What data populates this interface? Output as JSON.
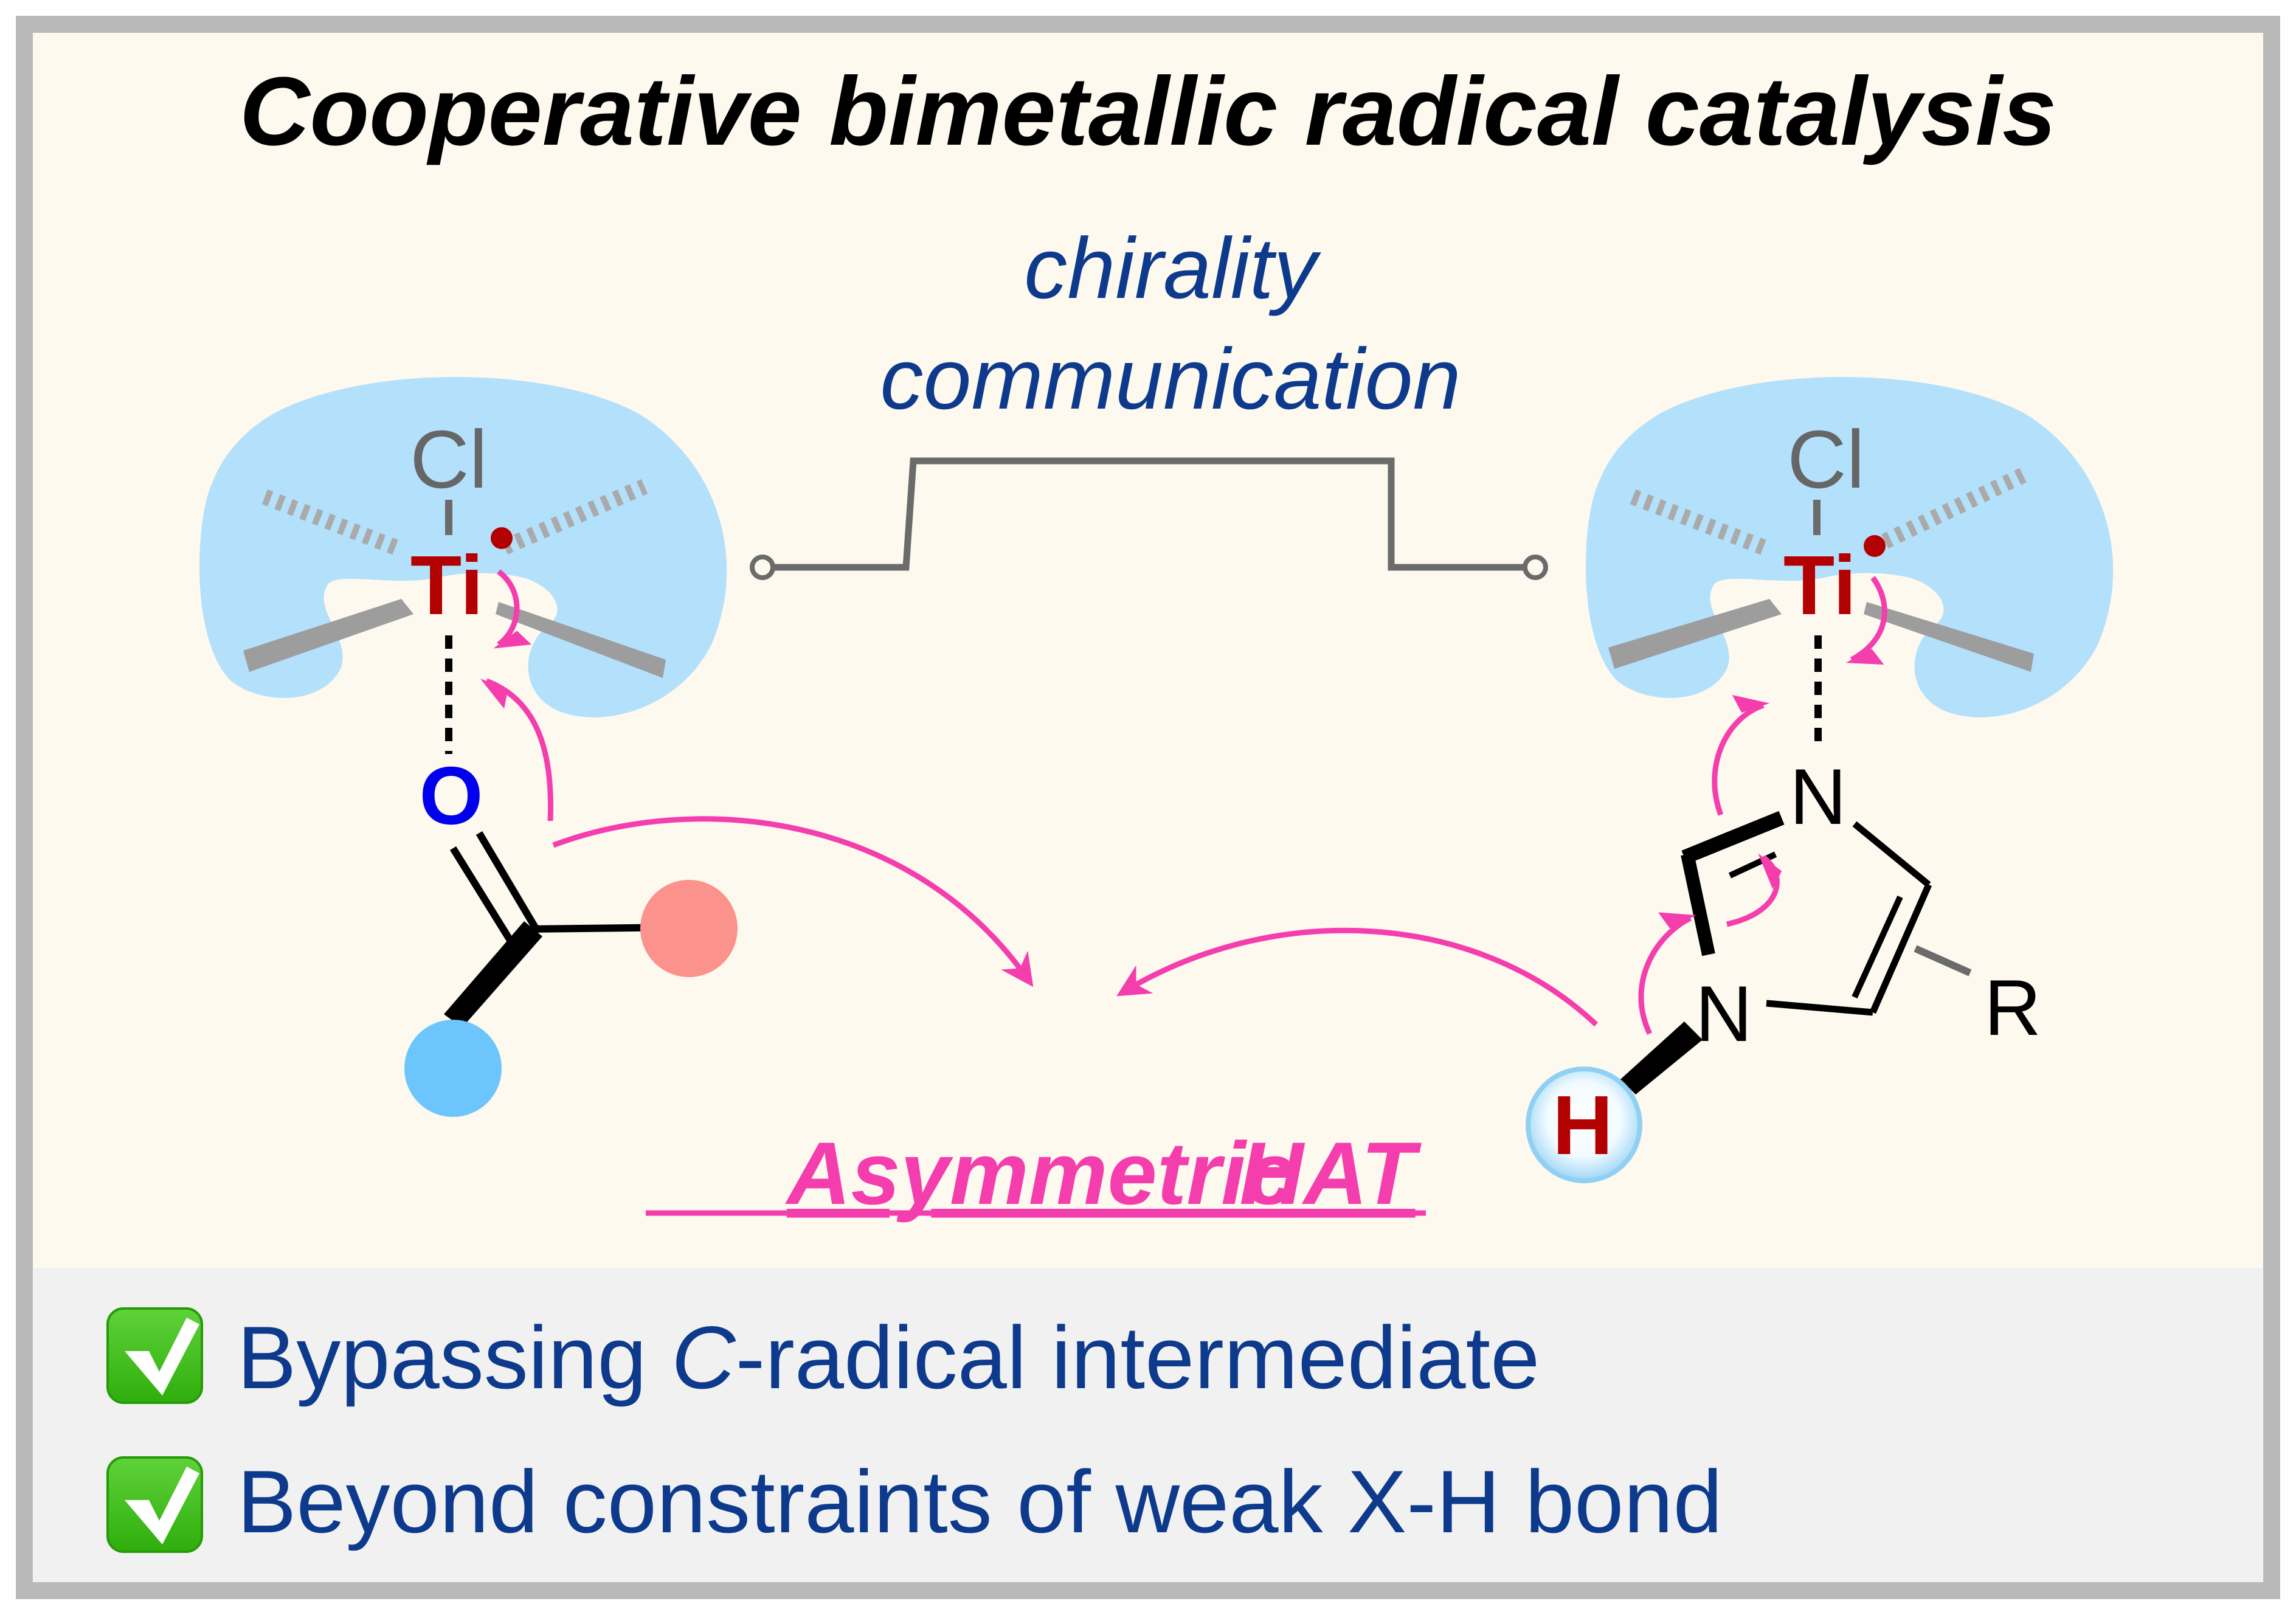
{
  "title": "Cooperative bimetallic radical catalysis",
  "top_label": {
    "line1": "chirality",
    "line2": "communication"
  },
  "left_complex": {
    "halide": "Cl",
    "metal": "Ti",
    "substrate_atom": "O"
  },
  "right_complex": {
    "halide": "Cl",
    "metal": "Ti",
    "ring_n_top": "N",
    "ring_n_bottom": "N",
    "substituent": "R",
    "hydrogen": "H"
  },
  "center_label": {
    "word1": "Asymmetric",
    "word2": "HAT"
  },
  "features": [
    {
      "prefix": "Bypassing ",
      "italic": "C",
      "suffix": "-radical intermediate",
      "icon": "check-box-icon"
    },
    {
      "prefix": "Beyond constraints of weak X-H bond",
      "italic": "",
      "suffix": "",
      "icon": "check-box-icon"
    }
  ],
  "colors": {
    "frame": "#b9b9b9",
    "panel_background": "#fdf9ee",
    "footer_background": "#f1f1f1",
    "ligand_shell": "#b3e0fb",
    "titanium": "#b30000",
    "oxygen": "#0000ee",
    "arrow": "#f43eae",
    "navy_text": "#0d3a8c",
    "gray_linker": "#6b6b6b",
    "blue_sphere": "#6cc6fd",
    "pink_sphere": "#fb928c",
    "check_green": "#3cbf16"
  }
}
